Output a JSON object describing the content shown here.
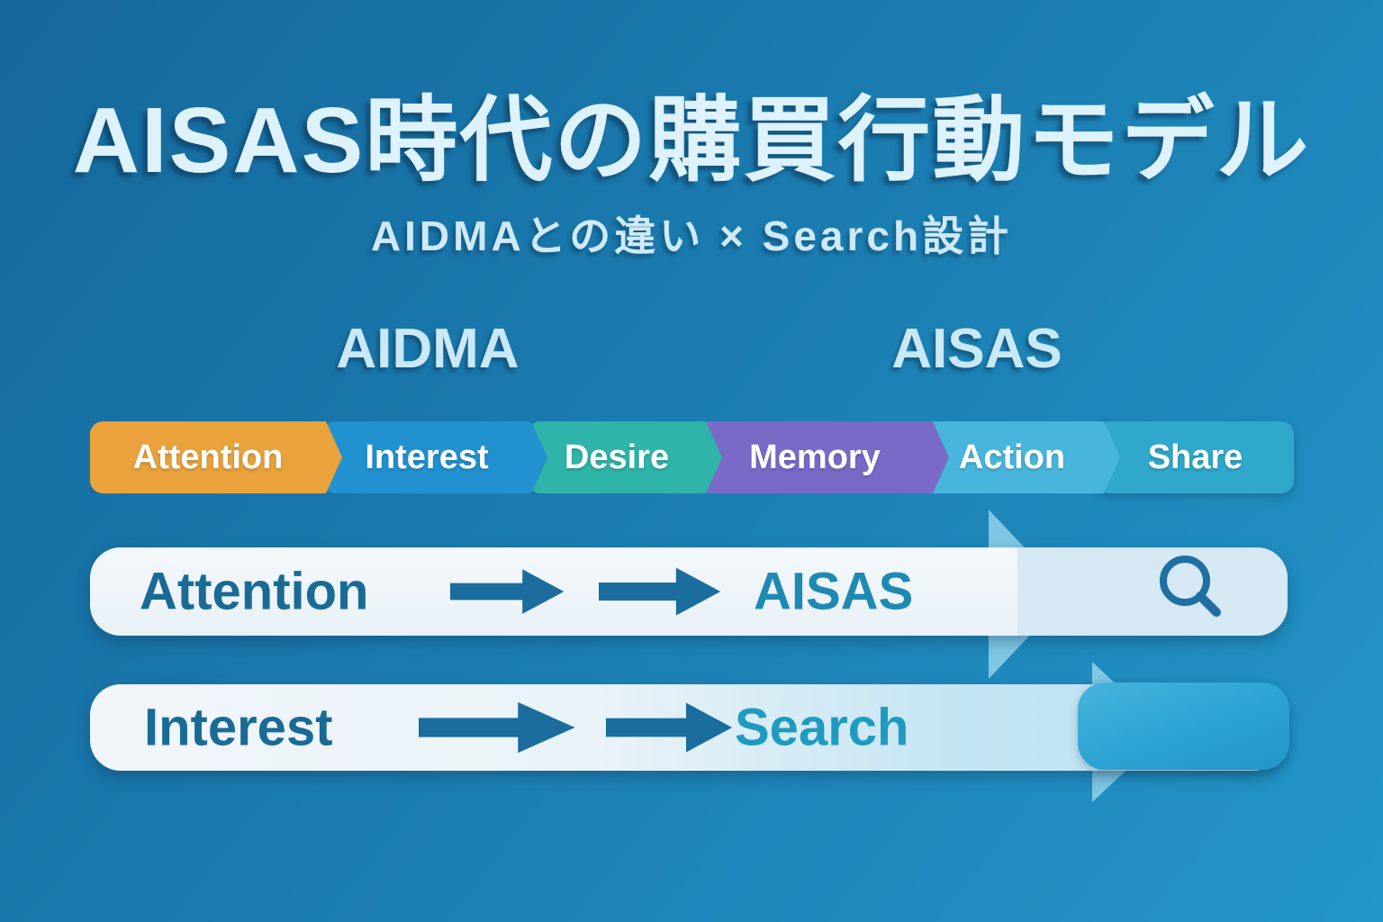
{
  "poster": {
    "title": "AISAS時代の購買行動モデル",
    "subtitle": "AIDMAとの違い × Search設計"
  },
  "columns": {
    "left": "AIDMA",
    "right": "AISAS"
  },
  "stages": [
    {
      "label": "Attention",
      "color": "#E9A23C"
    },
    {
      "label": "Interest",
      "color": "#2191D0"
    },
    {
      "label": "Desire",
      "color": "#2FB4A9"
    },
    {
      "label": "Memory",
      "color": "#7A6AC8"
    },
    {
      "label": "Action",
      "color": "#48B6DC"
    },
    {
      "label": "Share",
      "color": "#2FA8CC"
    }
  ],
  "mappings": [
    {
      "from": "Attention",
      "to": "AISAS",
      "icon": "search-icon"
    },
    {
      "from": "Interest",
      "to": "Search"
    }
  ],
  "colors": {
    "background_top": "#15689B",
    "background_bottom": "#2496C8",
    "title_text": "#DEF2FB",
    "subtitle_text": "#CFEAF7",
    "heading_text": "#C9E9F6",
    "bar_background": "#EEF4F9",
    "bar_label": "#196B96",
    "result_aisas": "#1E8AB3",
    "result_search": "#1F9BC0",
    "dark_arrow": "#1A6D9C",
    "big_arrow": "#8FD2EC",
    "search_panel": "#D5E8F4",
    "search_icon": "#1E6FA2",
    "blue_box": "#2EA5D5"
  }
}
